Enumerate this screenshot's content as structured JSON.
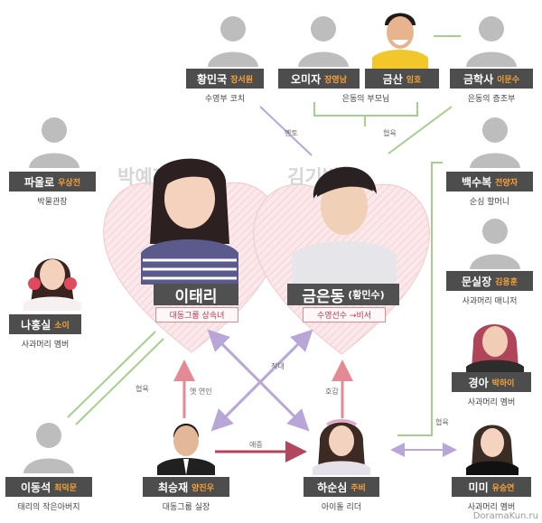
{
  "watermark": "DoramaKun.ru",
  "main_left": {
    "bg_name": "박예진",
    "name": "이태리",
    "role": "대동그룹 상속녀"
  },
  "main_right": {
    "bg_name": "김기범",
    "name": "금은동",
    "name_sub": "(황민수)",
    "role": "수영선수 →비서"
  },
  "characters": {
    "hwangminguk": {
      "name": "황민국",
      "actor": "장서원",
      "role": "수영부 코치"
    },
    "omija": {
      "name": "오미자",
      "actor": "장영남",
      "role": ""
    },
    "geumsan": {
      "name": "금산",
      "actor": "임호",
      "role": ""
    },
    "parents_label": "은동의 부모님",
    "geumhaksa": {
      "name": "금학사",
      "actor": "이문수",
      "role": "은동의 증조부"
    },
    "paulro": {
      "name": "파울로",
      "actor": "우상전",
      "role": "박물관장"
    },
    "baeksubok": {
      "name": "백수복",
      "actor": "전양자",
      "role": "순심 할머니"
    },
    "nahongsil": {
      "name": "나홍실",
      "actor": "소이",
      "role": "사과머리 멤버"
    },
    "munsiljang": {
      "name": "문실장",
      "actor": "김용훈",
      "role": "사과머리 매니저"
    },
    "gyeonga": {
      "name": "경아",
      "actor": "박하이",
      "role": "사과머리 멤버"
    },
    "leedongseok": {
      "name": "이동석",
      "actor": "최덕문",
      "role": "태리의 작은아버지"
    },
    "choiseungjae": {
      "name": "최승재",
      "actor": "양진우",
      "role": "대동그룹 실장"
    },
    "hasunsim": {
      "name": "하순심",
      "actor": "주비",
      "role": "아이돌 리더"
    },
    "mimi": {
      "name": "미미",
      "actor": "유승연",
      "role": "사과머리 멤버"
    }
  },
  "edges": {
    "mentor": "멘토",
    "raise1": "협육",
    "raise2": "협육",
    "raise3": "협육",
    "former": "옛 연인",
    "rival": "적대",
    "like": "호감",
    "lovehate": "애증"
  },
  "colors": {
    "silhouette": "#bdbdbd",
    "namebox": "#4d4d4d",
    "actor": "#f6a23a",
    "heart": "#f7d9dc",
    "green": "#a6cf8b",
    "pink": "#e58a95",
    "lavender": "#b9a6d8",
    "maroon": "#b0475f"
  }
}
